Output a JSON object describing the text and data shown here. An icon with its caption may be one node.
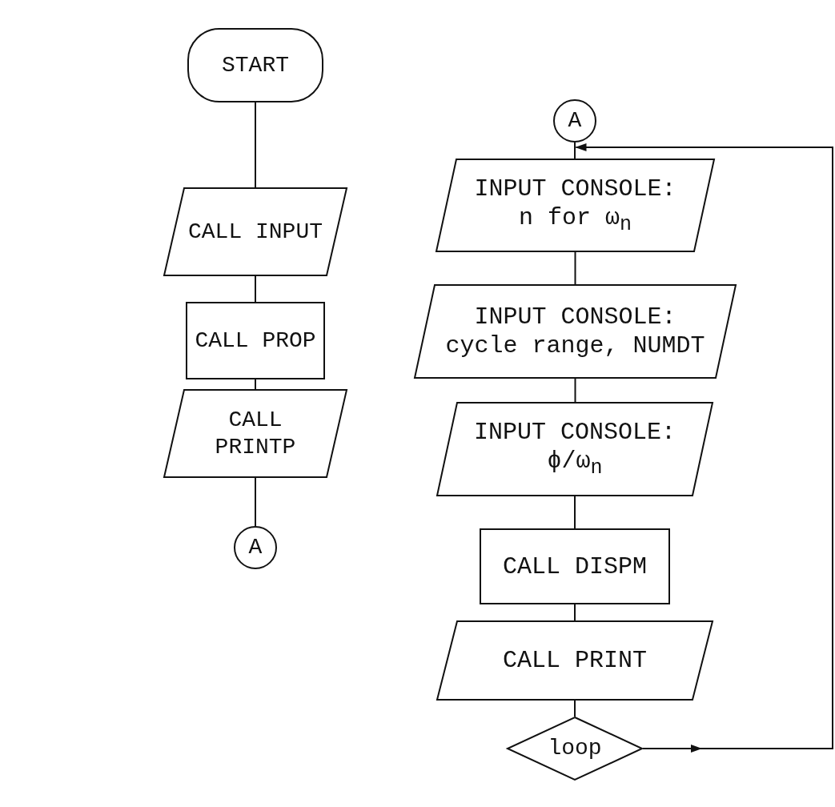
{
  "diagram": {
    "nodes": [
      {
        "text": [
          "START"
        ]
      },
      {
        "text": [
          "CALL INPUT"
        ]
      },
      {
        "text": [
          "CALL PROP"
        ]
      },
      {
        "text": [
          "CALL PRINTP"
        ]
      },
      {
        "text": [
          "A"
        ]
      },
      {
        "text": [
          "A"
        ]
      },
      {
        "text": [
          "INPUT CONSOLE: n for ω$_{n}$"
        ]
      },
      {
        "text": [
          "INPUT CONSOLE: cycle range, NUMDT"
        ]
      },
      {
        "text": [
          "INPUT CONSOLE: ϕ/ω$_{n}$"
        ]
      },
      {
        "text": [
          "CALL DISPM"
        ]
      },
      {
        "text": [
          "CALL PRINT"
        ]
      },
      {
        "text": [
          "loop"
        ]
      }
    ],
    "edges": [
      {
        "from": 0,
        "to": 1,
        "arrow": "none"
      },
      {
        "from": 1,
        "to": 2,
        "arrow": "none"
      },
      {
        "from": 2,
        "to": 3,
        "arrow": "none"
      },
      {
        "from": 3,
        "to": 4,
        "arrow": "none"
      },
      {
        "from": 5,
        "to": 6,
        "arrow": "none"
      },
      {
        "from": 6,
        "to": 7,
        "arrow": "none"
      },
      {
        "from": 7,
        "to": 8,
        "arrow": "none"
      },
      {
        "from": 8,
        "to": 9,
        "arrow": "none"
      },
      {
        "from": 9,
        "to": 10,
        "arrow": "none"
      },
      {
        "from": 10,
        "to": 11,
        "arrow": "none"
      },
      {
        "from": 11,
        "to": 6,
        "arrow": "to"
      }
    ]
  }
}
